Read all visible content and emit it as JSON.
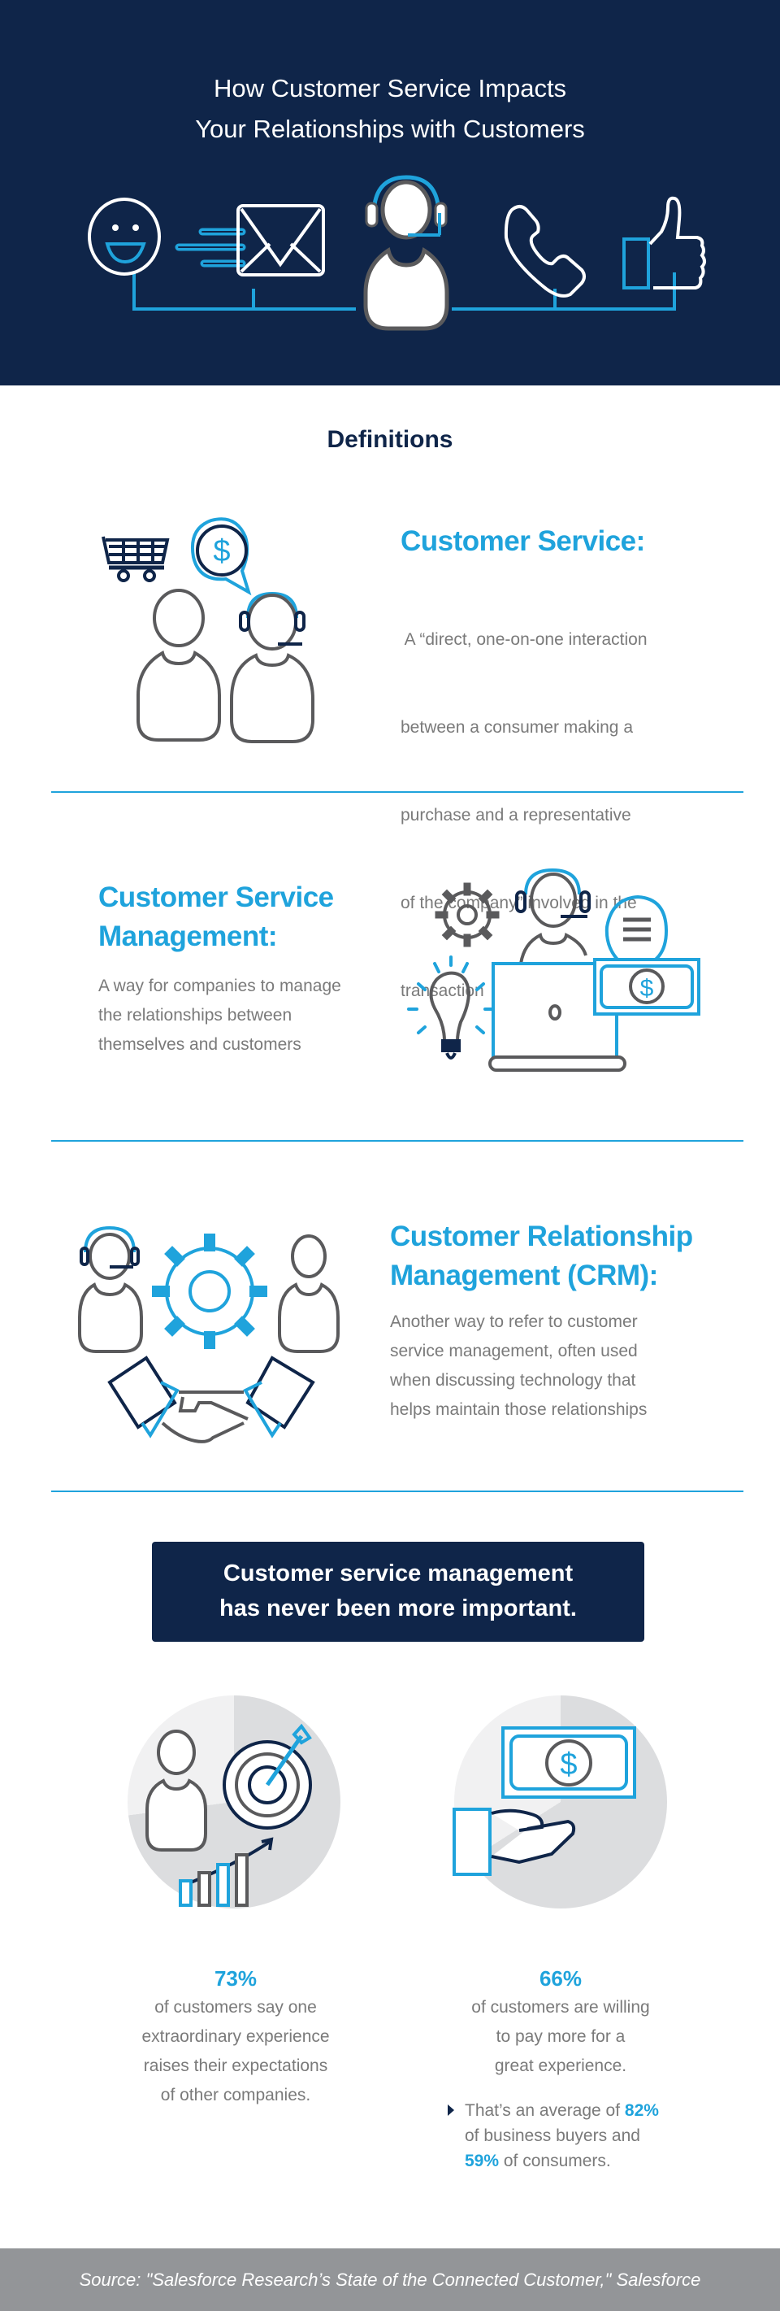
{
  "header": {
    "title_lines": [
      "How Customer Service Impacts",
      "Your Relationships with Customers"
    ],
    "icons": [
      "smiley-icon",
      "email-icon",
      "support-agent-icon",
      "phone-icon",
      "thumbs-up-icon"
    ]
  },
  "definitions": {
    "heading": "Definitions",
    "items": [
      {
        "term": [
          "Customer Service:"
        ],
        "description": [
          " A “direct, one-on-one interaction",
          "between a consumer making a",
          "purchase and a representative",
          "of the company” involved in the",
          "transaction"
        ]
      },
      {
        "term": [
          "Customer Service",
          "Management:"
        ],
        "description": [
          "A way for companies to manage",
          "the relationships between",
          "themselves and customers"
        ]
      },
      {
        "term": [
          "Customer Relationship",
          "Management (CRM):"
        ],
        "description": [
          "Another way to refer to customer",
          "service management, often used",
          "when discussing technology that",
          "helps maintain those relationships"
        ]
      }
    ]
  },
  "banner": {
    "lines": [
      "Customer service management",
      "has never been more important."
    ]
  },
  "stats": [
    {
      "percent_label": "73%",
      "percent_value": 73,
      "description": [
        "of customers say one",
        "extraordinary experience",
        "raises their expectations",
        "of other companies."
      ]
    },
    {
      "percent_label": "66%",
      "percent_value": 66,
      "description": [
        "of customers are willing",
        "to pay more for a",
        "great experience."
      ],
      "note": {
        "line1_prefix": "That’s an average of ",
        "line1_value": "82%",
        "line2": "of business buyers and",
        "line3_value": "59%",
        "line3_suffix": " of consumers."
      }
    }
  ],
  "footer": {
    "source": "Source: \"Salesforce Research’s State of the Connected Customer,\" Salesforce"
  },
  "colors": {
    "navy": "#0f2549",
    "accent": "#1fa3dc",
    "gray_text": "#7a7a7a",
    "pie_dark": "#dcdddf",
    "pie_light": "#f1f1f2",
    "footer_bg": "#939598"
  }
}
